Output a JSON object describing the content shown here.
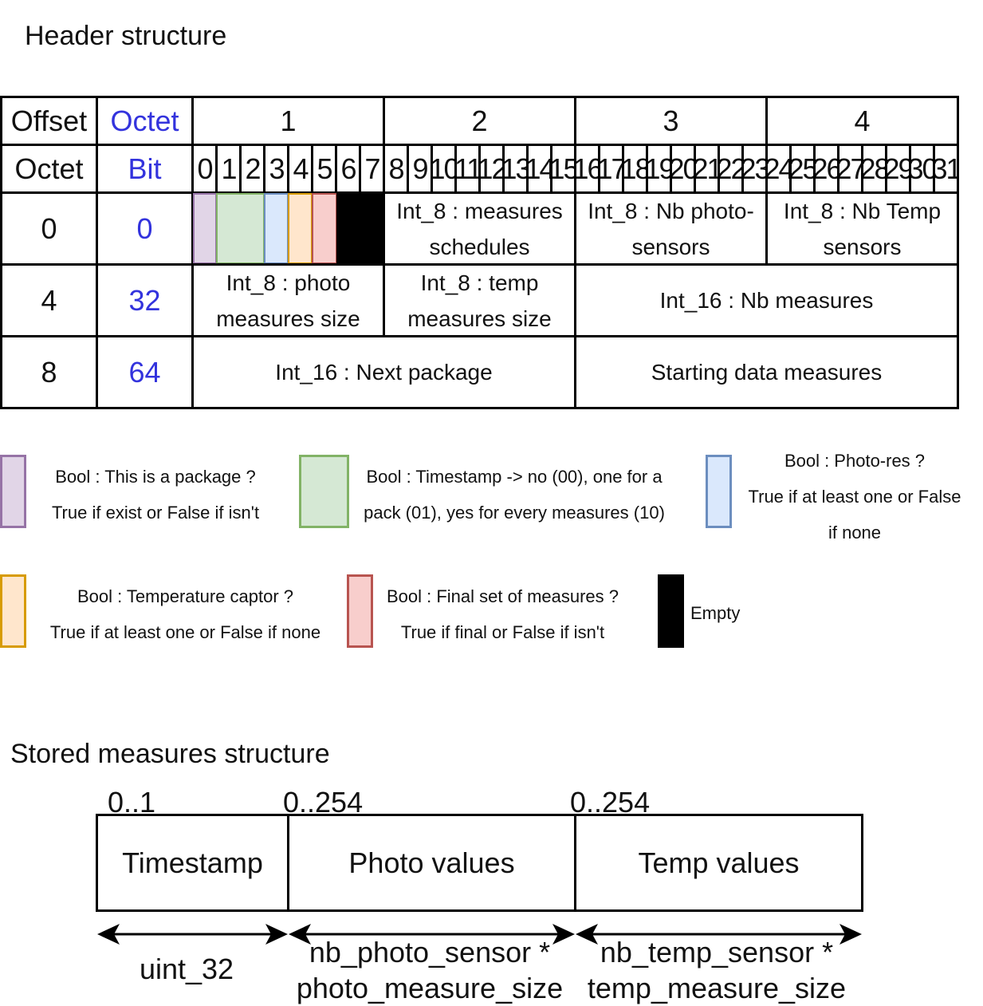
{
  "header_title": "Header structure",
  "table": {
    "corner_top_left": "Offset",
    "corner_top_right": "Octet",
    "corner_bottom_left": "Octet",
    "corner_bottom_right": "Bit",
    "octets": [
      "1",
      "2",
      "3",
      "4"
    ],
    "bits": [
      "0",
      "1",
      "2",
      "3",
      "4",
      "5",
      "6",
      "7",
      "8",
      "9",
      "10",
      "11",
      "12",
      "13",
      "14",
      "15",
      "16",
      "17",
      "18",
      "19",
      "20",
      "21",
      "22",
      "23",
      "24",
      "25",
      "26",
      "27",
      "28",
      "29",
      "30",
      "31"
    ],
    "rows": [
      {
        "octet": "0",
        "bit": "0",
        "fields": [
          "Int_8 : measures schedules",
          "Int_8 : Nb photo-sensors",
          "Int_8 : Nb Temp sensors"
        ]
      },
      {
        "octet": "4",
        "bit": "32",
        "fields": [
          "Int_8 : photo measures size",
          "Int_8 : temp measures size",
          "Int_16 : Nb measures"
        ]
      },
      {
        "octet": "8",
        "bit": "64",
        "fields": [
          "Int_16 : Next package",
          "Starting data measures"
        ]
      }
    ]
  },
  "colors": {
    "purple": {
      "fill": "#e1d5e7",
      "border": "#9673a6"
    },
    "green": {
      "fill": "#d5e8d4",
      "border": "#82b366"
    },
    "blue": {
      "fill": "#dae8fc",
      "border": "#6c8ebf"
    },
    "orange": {
      "fill": "#ffe6cc",
      "border": "#d79b00"
    },
    "red": {
      "fill": "#f8cecc",
      "border": "#b85450"
    },
    "black": {
      "fill": "#000000",
      "border": "#000000"
    },
    "offset_blue": "#3333dd"
  },
  "legend": [
    {
      "text": "Bool : This is a package ?\nTrue if exist or False if isn't"
    },
    {
      "text": "Bool : Timestamp -> no (00), one for a\npack (01), yes for every measures (10)"
    },
    {
      "text": "Bool : Photo-res ?\nTrue if at least one or False\nif none"
    },
    {
      "text": "Bool : Temperature captor ?\nTrue if at least one or False if none"
    },
    {
      "text": "Bool : Final set of measures ?\nTrue if final or False if isn't"
    },
    {
      "text": "Empty"
    }
  ],
  "stored_title": "Stored measures structure",
  "stored": {
    "ranges": [
      "0..1",
      "0..254",
      "0..254"
    ],
    "fields": [
      "Timestamp",
      "Photo values",
      "Temp values"
    ],
    "sizes": [
      "uint_32",
      "nb_photo_sensor *\nphoto_measure_size",
      "nb_temp_sensor *\ntemp_measure_size"
    ]
  }
}
